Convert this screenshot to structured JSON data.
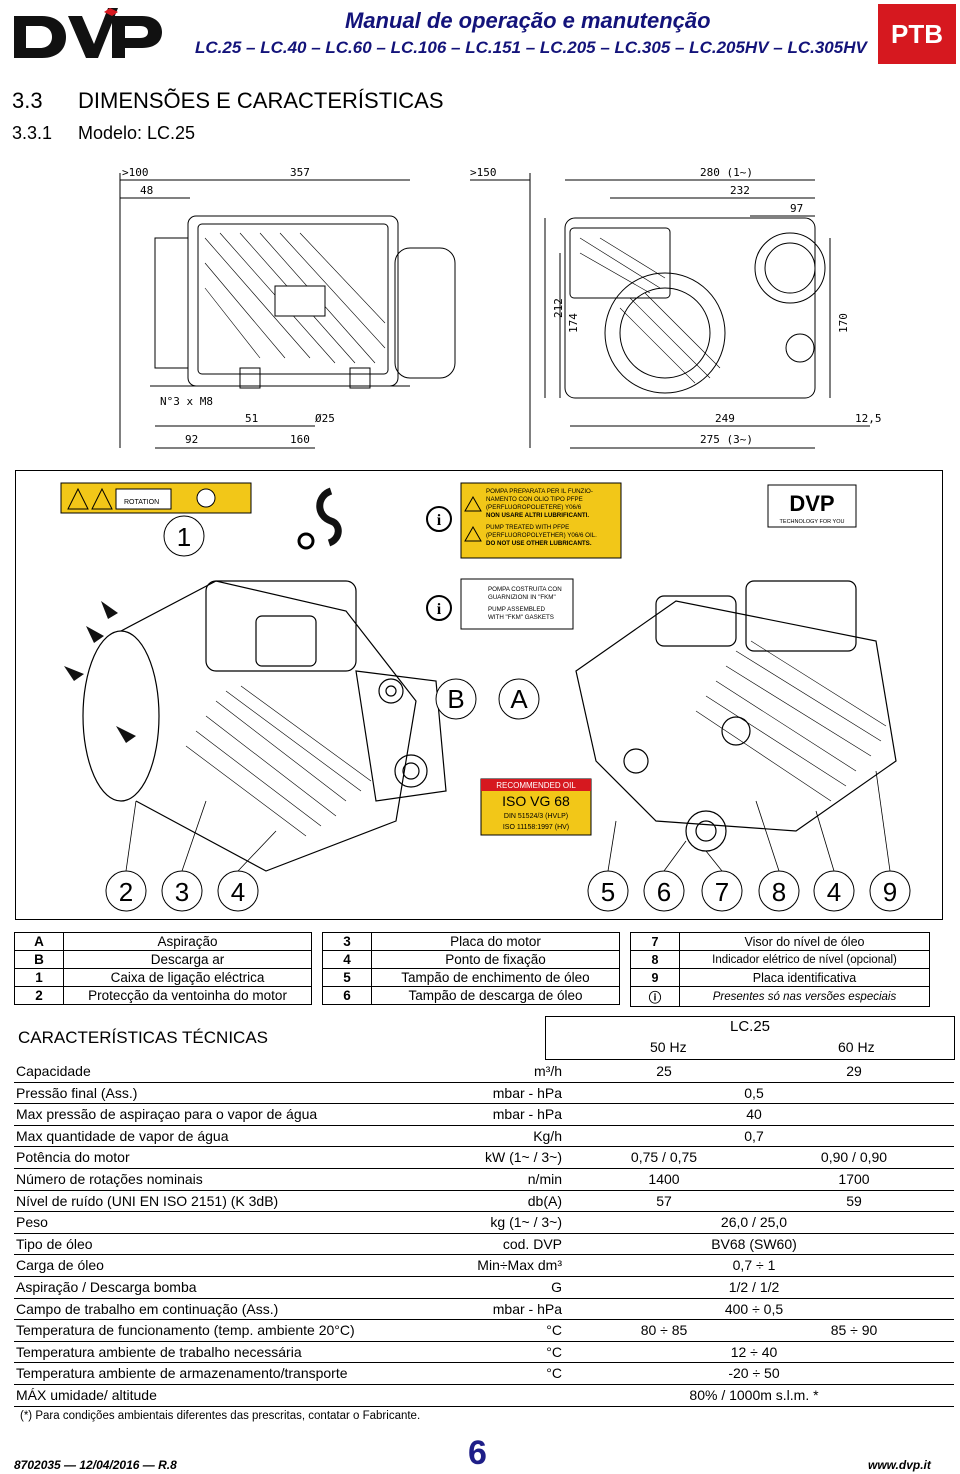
{
  "header": {
    "brand": "DVP",
    "title": "Manual de operação e manutenção",
    "models": "LC.25 – LC.40 – LC.60 – LC.106 – LC.151 – LC.205 – LC.305 – LC.205HV – LC.305HV",
    "language": "PTB",
    "brand_color": "#d6181f"
  },
  "section": {
    "number": "3.3",
    "title": "DIMENSÕES E CARACTERÍSTICAS"
  },
  "subsection": {
    "number": "3.3.1",
    "title": "Modelo:  LC.25"
  },
  "dimensions": {
    "top": [
      ">100",
      "357",
      ">150",
      "280 (1~)",
      "48",
      "232",
      "97"
    ],
    "vertical": [
      "212",
      "174",
      "170"
    ],
    "bottom": [
      "N°3 x M8",
      "51",
      "Ø25",
      "249",
      "12,5",
      "92",
      "160",
      "275 (3~)"
    ]
  },
  "photo": {
    "numbers": [
      "1",
      "2",
      "3",
      "4",
      "5",
      "6",
      "7",
      "8",
      "4",
      "9"
    ],
    "letters": [
      "B",
      "A"
    ],
    "warning_ptfe": [
      "POMPA PREPARATA PER IL FUNZIO-",
      "NAMENTO CON OLIO TIPO PFPE",
      "(PERFLUOROPOLIETERE) Y06/6",
      "NON USARE ALTRI LUBRIFICANTI.",
      "PUMP TREATED WITH PFPE",
      "(PERFLUOROPOLYETHER) Y06/6 OIL.",
      "DO NOT USE OTHER LUBRICANTS."
    ],
    "warning_fkm": [
      "POMPA COSTRUITA CON",
      "GUARNIZIONI IN \"FKM\"",
      "PUMP ASSEMBLED",
      "WITH \"FKM\" GASKETS"
    ],
    "oil_label": [
      "RECOMMENDED OIL",
      "ISO VG 68",
      "DIN 51524/3 (HVLP)",
      "ISO 11158:1997 (HV)"
    ],
    "logo_sub": "TECHNOLOGY FOR YOU",
    "rotation": "ROTATION"
  },
  "legend": [
    [
      {
        "k": "A",
        "v": "Aspiração"
      },
      {
        "k": "3",
        "v": "Placa do motor"
      },
      {
        "k": "7",
        "v": "Visor do nível de óleo"
      }
    ],
    [
      {
        "k": "B",
        "v": "Descarga ar"
      },
      {
        "k": "4",
        "v": "Ponto de fixação"
      },
      {
        "k": "8",
        "v": "Indicador elétrico de nível (opcional)"
      }
    ],
    [
      {
        "k": "1",
        "v": "Caixa de ligação eléctrica"
      },
      {
        "k": "5",
        "v": "Tampão de enchimento de óleo"
      },
      {
        "k": "9",
        "v": "Placa identificativa"
      }
    ],
    [
      {
        "k": "2",
        "v": "Protecção da ventoinha do motor"
      },
      {
        "k": "6",
        "v": "Tampão de descarga de óleo"
      },
      {
        "k": "ⓘ",
        "v": "Presentes só nas versões especiais"
      }
    ]
  ],
  "specs": {
    "title": "CARACTERÍSTICAS TÉCNICAS",
    "model": "LC.25",
    "hz50": "50 Hz",
    "hz60": "60 Hz",
    "rows": [
      {
        "label": "Capacidade",
        "unit": "m³/h",
        "v50": "25",
        "v60": "29"
      },
      {
        "label": "Pressão final (Ass.)",
        "unit": "mbar - hPa",
        "both": "0,5"
      },
      {
        "label": "Max pressão de aspiraçao para o vapor de água",
        "unit": "mbar - hPa",
        "both": "40"
      },
      {
        "label": "Max quantidade de vapor de água",
        "unit": "Kg/h",
        "both": "0,7"
      },
      {
        "label": "Potência do motor",
        "unit": "kW (1~ / 3~)",
        "v50": "0,75 / 0,75",
        "v60": "0,90 / 0,90"
      },
      {
        "label": "Número de rotações nominais",
        "unit": "n/min",
        "v50": "1400",
        "v60": "1700"
      },
      {
        "label": "Nível de ruído  (UNI EN ISO 2151) (K 3dB)",
        "unit": "db(A)",
        "v50": "57",
        "v60": "59"
      },
      {
        "label": "Peso",
        "unit": "kg (1~ / 3~)",
        "both": "26,0 / 25,0"
      },
      {
        "label": "Tipo de óleo",
        "unit": "cod. DVP",
        "both": "BV68 (SW60)"
      },
      {
        "label": "Carga de óleo",
        "unit": "Min÷Max dm³",
        "both": "0,7 ÷ 1"
      },
      {
        "label": "Aspiração / Descarga bomba",
        "unit": "G",
        "both": "1/2  /  1/2"
      },
      {
        "label": "Campo de trabalho em continuação (Ass.)",
        "unit": "mbar - hPa",
        "both": "400 ÷ 0,5"
      },
      {
        "label": "Temperatura de funcionamento (temp. ambiente 20°C)",
        "unit": "°C",
        "v50": "80 ÷ 85",
        "v60": "85 ÷ 90"
      },
      {
        "label": "Temperatura ambiente de trabalho necessária",
        "unit": "°C",
        "both": "12 ÷ 40"
      },
      {
        "label": "Temperatura ambiente de armazenamento/transporte",
        "unit": "°C",
        "both": "-20 ÷ 50"
      },
      {
        "label": "MÁX  umidade/ altitude",
        "unit": "",
        "both": "80%  /  1000m s.l.m.  *"
      }
    ],
    "footnote": "(*)  Para condições ambientais diferentes das prescritas, contatar o Fabricante."
  },
  "footer": {
    "doc": "8702035 — 12/04/2016 — R.8",
    "page": "6",
    "url": "www.dvp.it"
  }
}
